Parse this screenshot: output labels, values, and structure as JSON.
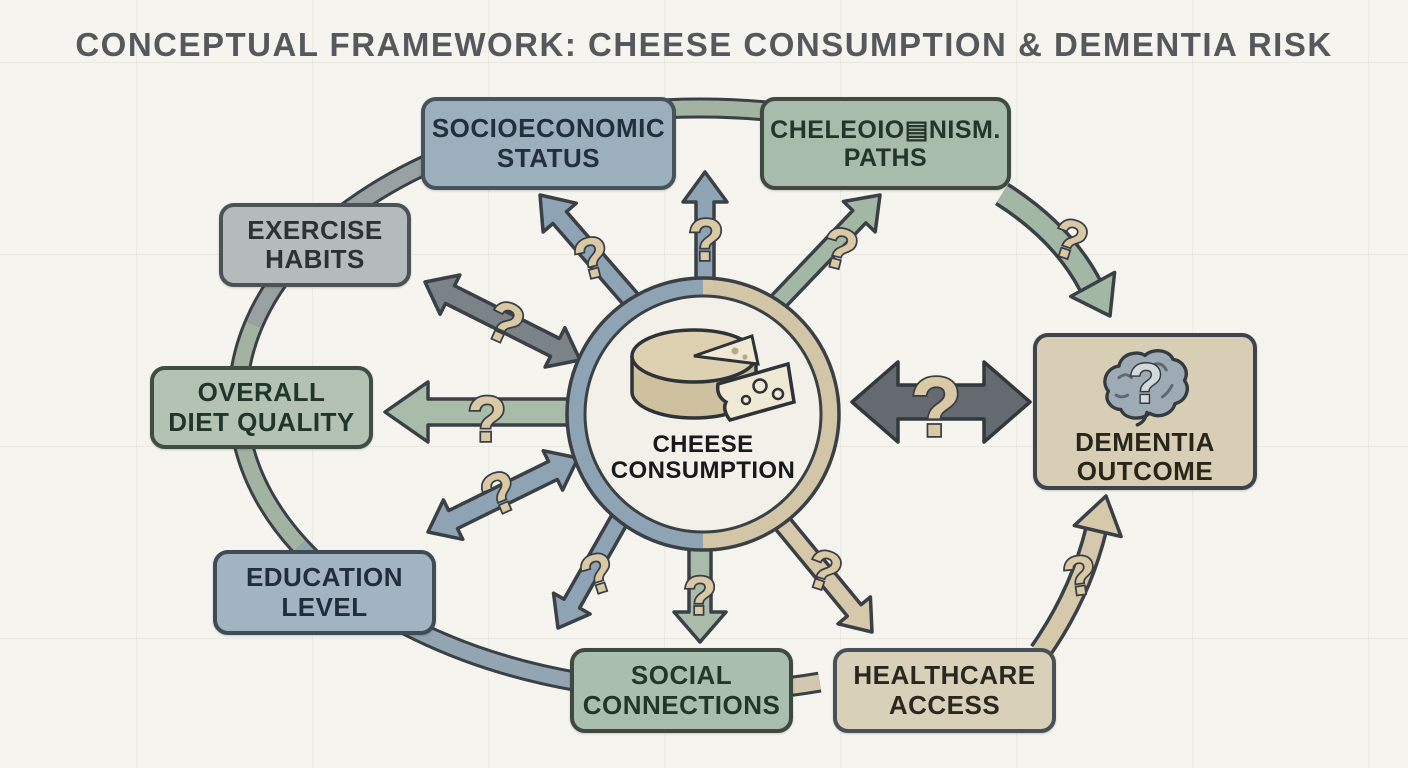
{
  "title": "CONCEPTUAL FRAMEWORK: CHEESE CONSUMPTION & DEMENTIA RISK",
  "center_node": {
    "label": "CHEESE\nCONSUMPTION",
    "icon": "cheese-wheel-and-wedge"
  },
  "nodes": {
    "socioeconomic_status": {
      "label": "SOCIOECONOMIC\nSTATUS",
      "fill": "#9cafbc"
    },
    "mechanism_paths": {
      "label": "CHELEOIO▤NISM.\nPATHS",
      "fill": "#a7bcab"
    },
    "exercise_habits": {
      "label": "EXERCISE\nHABITS",
      "fill": "#b5bbbd"
    },
    "overall_diet_quality": {
      "label": "OVERALL\nDIET QUALITY",
      "fill": "#b3c2b2"
    },
    "education_level": {
      "label": "EDUCATION\nLEVEL",
      "fill": "#a2b4c1"
    },
    "social_connections": {
      "label": "SOCIAL\nCONNECTIONS",
      "fill": "#a9beae"
    },
    "healthcare_access": {
      "label": "HEALTHCARE\nACCESS",
      "fill": "#d9d0ba"
    },
    "dementia_outcome": {
      "label": "DEMENTIA\nOUTCOME",
      "fill": "#d8cdb5",
      "icon": "brain-question"
    }
  },
  "annotations": {
    "question_mark": "?"
  },
  "colors": {
    "background": "#f5f4ee",
    "arrow_blue": "#8ea3b4",
    "arrow_green": "#a3b8a4",
    "arrow_tan": "#d5c8ab",
    "arrow_dark_gray": "#7b8389",
    "arrow_big_dark": "#646a6f",
    "question_mark_fill": "#dbc9a6",
    "outline": "#3a4045",
    "ring_left": "#8ea4b5",
    "ring_right": "#d3c6a7",
    "ellipse_gray": "#9aa1a2",
    "ellipse_green": "#a3b3a2",
    "ellipse_blue": "#93a5b3",
    "ellipse_tan": "#d2c7af"
  }
}
